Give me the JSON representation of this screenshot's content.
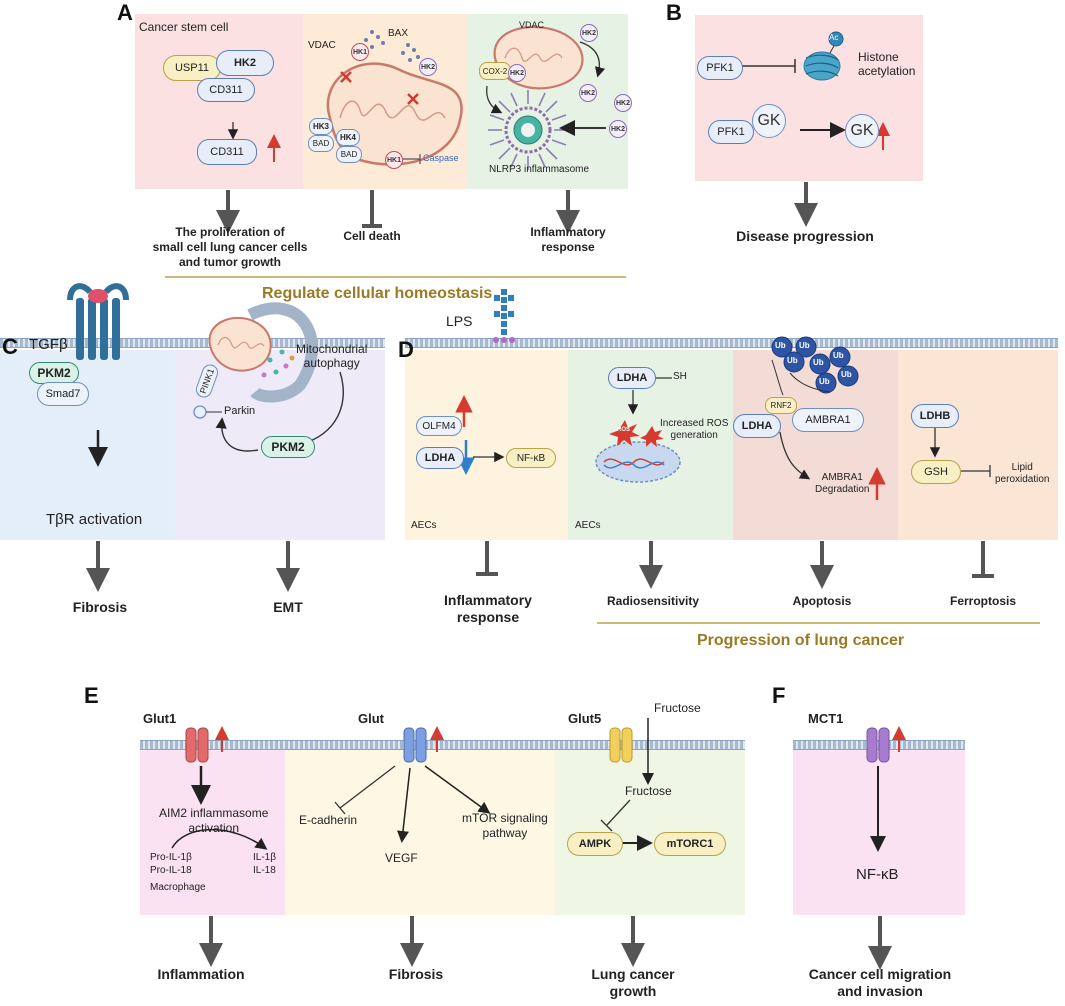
{
  "panels": {
    "A": {
      "letter": "A",
      "stem_cell_label": "Cancer stem cell",
      "usp11": "USP11",
      "hk2": "HK2",
      "cd311_top": "CD311",
      "cd311_bottom": "CD311",
      "vdac": "VDAC",
      "bax": "BAX",
      "hk1": "HK1",
      "hk2_small": "HK2",
      "hk3": "HK3",
      "hk4": "HK4",
      "bad1": "BAD",
      "bad2": "BAD",
      "hk1_caspase": "HK1",
      "caspase": "Caspase",
      "vdac2": "VDAC",
      "cox2": "COX-2",
      "hk2_cox": "HK2",
      "hk2_top": "HK2",
      "hk2_a": "HK2",
      "hk2_b": "HK2",
      "hk2_c": "HK2",
      "nlrp3": "NLRP3 inflammasome",
      "outcome1_line1": "The proliferation of",
      "outcome1_line2": "small cell lung cancer cells",
      "outcome1_line3": "and tumor growth",
      "outcome2": "Cell death",
      "outcome3_line1": "Inflammatory",
      "outcome3_line2": "response",
      "heading": "Regulate cellular homeostasis"
    },
    "B": {
      "letter": "B",
      "pfk1_top": "PFK1",
      "ac": "Ac",
      "histone_line1": "Histone",
      "histone_line2": "acetylation",
      "pfk1_bottom": "PFK1",
      "gk1": "GK",
      "gk2": "GK",
      "outcome": "Disease progression"
    },
    "C": {
      "letter": "C",
      "tgfb": "TGFβ",
      "pkm2_top": "PKM2",
      "smad7": "Smad7",
      "tbr": "TβR activation",
      "mito_line1": "Mitochondrial",
      "mito_line2": "autophagy",
      "pink1": "PINK1",
      "parkin": "Parkin",
      "pkm2_bottom": "PKM2",
      "outcome1": "Fibrosis",
      "outcome2": "EMT"
    },
    "D": {
      "letter": "D",
      "lps": "LPS",
      "olfm4": "OLFM4",
      "ldha1": "LDHA",
      "nfkb": "NF-κB",
      "aecs1": "AECs",
      "ldha2": "LDHA",
      "sh": "SH",
      "ros_line1": "Increased ROS",
      "ros_line2": "generation",
      "ros": "ROS",
      "aecs2": "AECs",
      "ub": "Ub",
      "rnf2": "RNF2",
      "ambra1": "AMBRA1",
      "ldha3": "LDHA",
      "ambra_deg_line1": "AMBRA1",
      "ambra_deg_line2": "Degradation",
      "ldhb": "LDHB",
      "gsh": "GSH",
      "lipid_line1": "Lipid",
      "lipid_line2": "peroxidation",
      "outcome1_line1": "Inflammatory",
      "outcome1_line2": "response",
      "outcome2": "Radiosensitivity",
      "outcome3": "Apoptosis",
      "outcome4": "Ferroptosis",
      "heading": "Progression of lung cancer"
    },
    "E": {
      "letter": "E",
      "glut1": "Glut1",
      "glut": "Glut",
      "glut5": "Glut5",
      "fructose_top": "Fructose",
      "aim2_line1": "AIM2 inflammasome",
      "aim2_line2": "activation",
      "pro_il1b": "Pro-IL-1β",
      "pro_il18": "Pro-IL-18",
      "il1b": "IL-1β",
      "il18": "IL-18",
      "macrophage": "Macrophage",
      "ecad": "E-cadherin",
      "vegf": "VEGF",
      "mtor_line1": "mTOR signaling",
      "mtor_line2": "pathway",
      "fructose_mid": "Fructose",
      "ampk": "AMPK",
      "mtorc1": "mTORC1",
      "outcome1": "Inflammation",
      "outcome2": "Fibrosis",
      "outcome3_line1": "Lung cancer",
      "outcome3_line2": "growth"
    },
    "F": {
      "letter": "F",
      "mct1": "MCT1",
      "nfkb": "NF-κB",
      "outcome_line1": "Cancer cell migration",
      "outcome_line2": "and invasion"
    }
  },
  "colors": {
    "pink_bg": "#fbe1e1",
    "peach_bg": "#fdebd8",
    "mint_bg": "#e6f2e4",
    "blue_bg": "#e4eef8",
    "lavender_bg": "#eeeaf7",
    "heading_gold": "#9a7a22",
    "arrow_red": "#d43a2f",
    "arrow_blue": "#2f7fcf"
  }
}
